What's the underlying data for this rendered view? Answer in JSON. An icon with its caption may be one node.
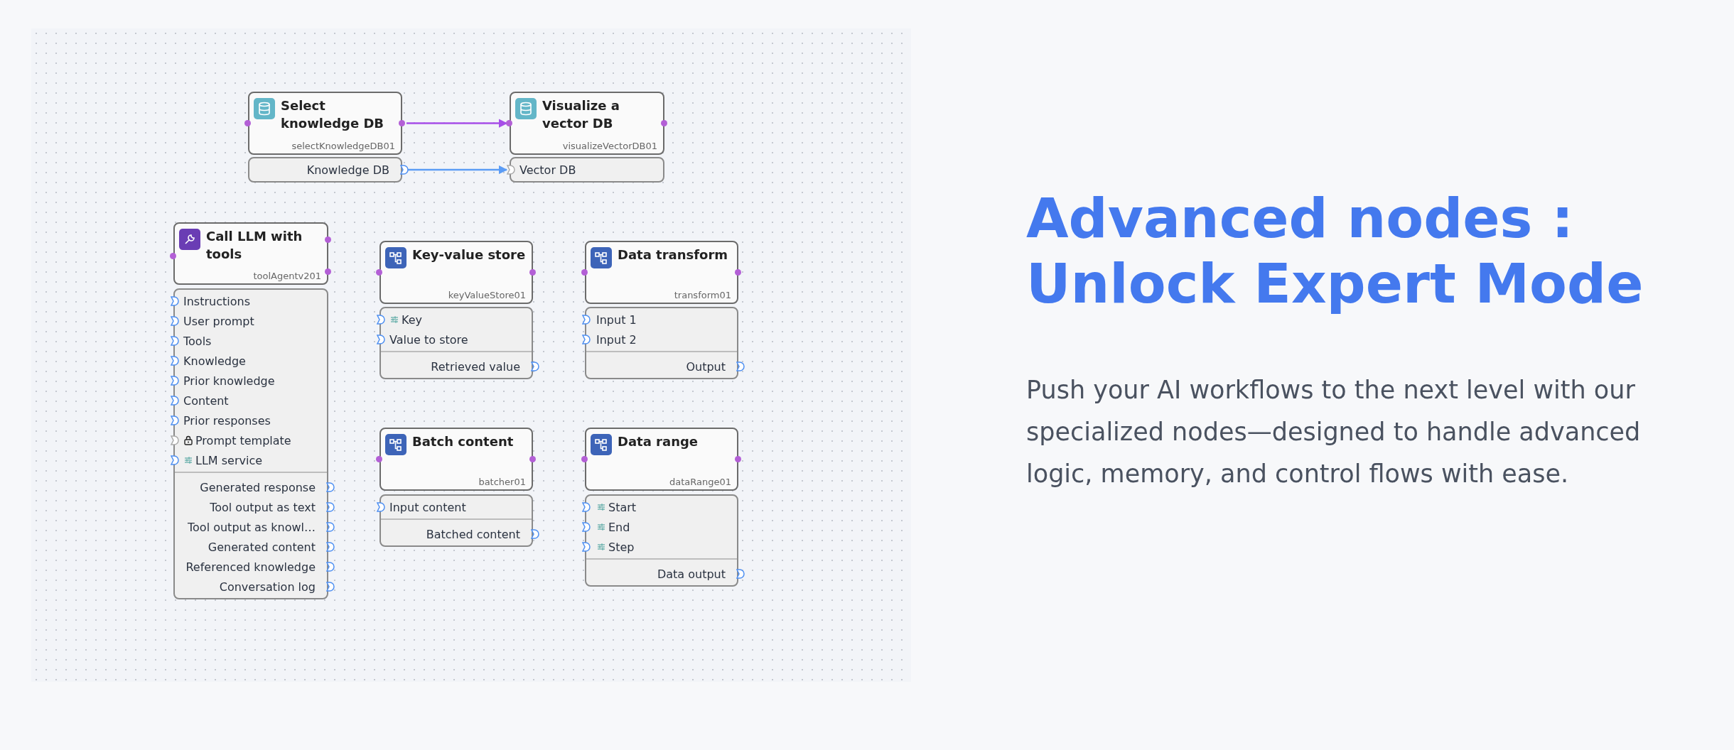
{
  "diagram": {
    "title": "Advanced nodes : Unlock Expert Mode",
    "nodes": [
      {
        "text": [
          "Select knowledge DB",
          "selectKnowledgeDB01"
        ]
      },
      {
        "text": [
          "Knowledge DB"
        ]
      },
      {
        "text": [
          "Visualize a vector DB",
          "visualizeVectorDB01"
        ]
      },
      {
        "text": [
          "Vector DB"
        ]
      },
      {
        "text": [
          "Call LLM with tools",
          "toolAgentv201"
        ]
      },
      {
        "text": [
          "Instructions",
          "User prompt",
          "Tools",
          "Knowledge",
          "Prior knowledge",
          "Content",
          "Prior responses",
          "Prompt template",
          "LLM service",
          "Generated response",
          "Tool output as text",
          "Tool output as knowl…",
          "Generated content",
          "Referenced knowledge",
          "Conversation log"
        ]
      },
      {
        "text": [
          "Key-value store",
          "keyValueStore01"
        ]
      },
      {
        "text": [
          "Key",
          "Value to store",
          "Retrieved value"
        ]
      },
      {
        "text": [
          "Data transform",
          "transform01"
        ]
      },
      {
        "text": [
          "Input 1",
          "Input 2",
          "Output"
        ]
      },
      {
        "text": [
          "Batch content",
          "batcher01"
        ]
      },
      {
        "text": [
          "Input content",
          "Batched content"
        ]
      },
      {
        "text": [
          "Data range",
          "dataRange01"
        ]
      },
      {
        "text": [
          "Start",
          "End",
          "Step",
          "Data output"
        ]
      }
    ],
    "edges": [
      {
        "from": 0,
        "to": 2,
        "arrow": "to",
        "color": "#a64ee8"
      },
      {
        "from": 1,
        "to": 3,
        "arrow": "to",
        "color": "#5b9cf5"
      }
    ],
    "labels": [
      "Push your AI workflows to the next level with our specialized nodes—designed to handle advanced logic, memory, and control flows with ease."
    ]
  }
}
